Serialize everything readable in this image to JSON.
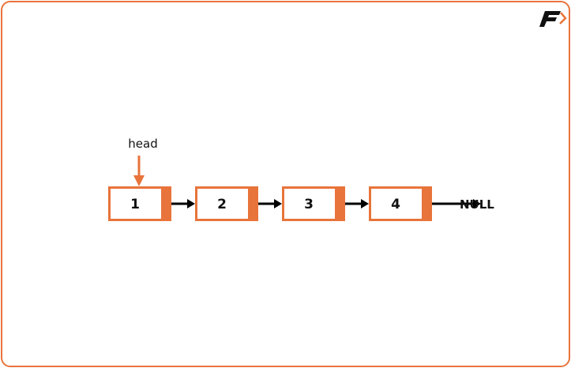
{
  "diagram": {
    "head_label": "head",
    "nodes": [
      "1",
      "2",
      "3",
      "4"
    ],
    "terminal_label": "NULL",
    "logo_text": "F",
    "colors": {
      "accent": "#e8743b",
      "text": "#111111",
      "arrow": "#000000"
    }
  }
}
